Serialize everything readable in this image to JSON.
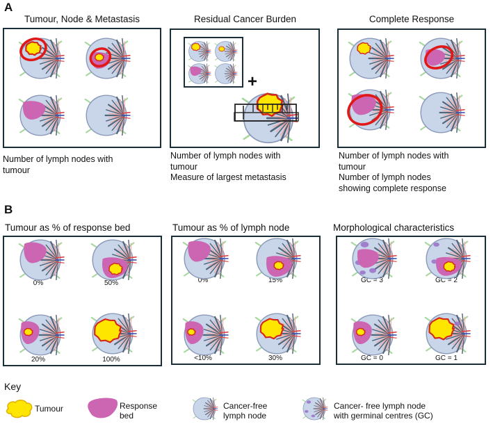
{
  "sections": {
    "a": "A",
    "b": "B"
  },
  "panelA": [
    {
      "title": "Tumour, Node & Metastasis",
      "desc": [
        "Number of lymph nodes with",
        "tumour"
      ]
    },
    {
      "title": "Residual Cancer Burden",
      "plus": "+",
      "desc": [
        "Number of lymph nodes with",
        "tumour",
        "Measure of largest metastasis"
      ]
    },
    {
      "title": "Complete Response",
      "desc": [
        "Number of lymph nodes with",
        "tumour",
        "Number of lymph nodes",
        "showing complete response"
      ]
    }
  ],
  "panelB": [
    {
      "title": "Tumour as % of response bed",
      "labels": [
        "0%",
        "50%",
        "20%",
        "100%"
      ]
    },
    {
      "title": "Tumour as % of lymph node",
      "labels": [
        "0%",
        "15%",
        "<10%",
        "30%"
      ]
    },
    {
      "title": "Morphological characteristics",
      "labels": [
        "GC = 3",
        "GC = 2",
        "GC = 0",
        "GC = 1"
      ]
    }
  ],
  "key": {
    "title": "Key",
    "items": [
      {
        "label": [
          "Tumour"
        ]
      },
      {
        "label": [
          "Response",
          "bed"
        ]
      },
      {
        "label": [
          "Cancer-free",
          "lymph node"
        ]
      },
      {
        "label": [
          "Cancer- free lymph node",
          "with germinal centres (GC)"
        ]
      }
    ]
  },
  "colors": {
    "frame": "#1a2e3a",
    "tumour": "#ffe600",
    "tumour_outline": "#d22a1a",
    "response_bed": "#cc66b3",
    "node_fill": "#c9d6ea",
    "node_stroke": "#8a9ab8",
    "spokes": "#556478",
    "vessels_red": "#e04040",
    "vessels_blue": "#3b4fb0",
    "lymph_green": "#a8d8a0",
    "germinal_centre": "#9a70c8",
    "highlight_ring": "#e01818"
  }
}
